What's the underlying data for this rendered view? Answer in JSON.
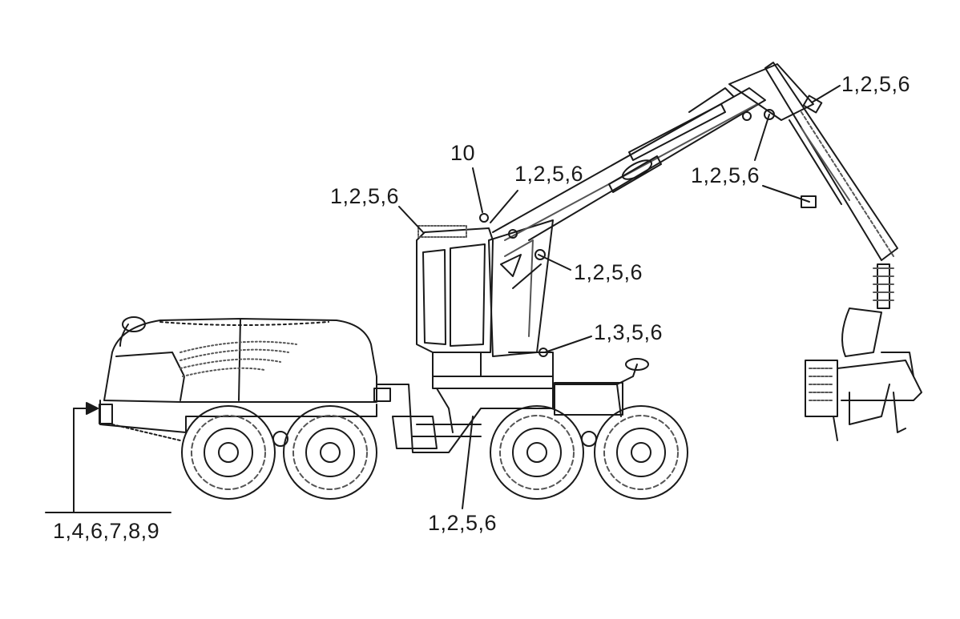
{
  "figure": {
    "line_color": "#1a1a1a",
    "detail_color": "#555555",
    "background": "#ffffff"
  },
  "callouts": {
    "boom_tip": "1,2,5,6",
    "crane_joints": "1,2,5,6",
    "cab_top": "1,2,5,6",
    "cab_light": "10",
    "boom_base": "1,2,5,6",
    "crane_pillar": "1,2,5,6",
    "crane_base": "1,3,5,6",
    "center_joint": "1,2,5,6",
    "rear_point": "1,4,6,7,8,9"
  }
}
